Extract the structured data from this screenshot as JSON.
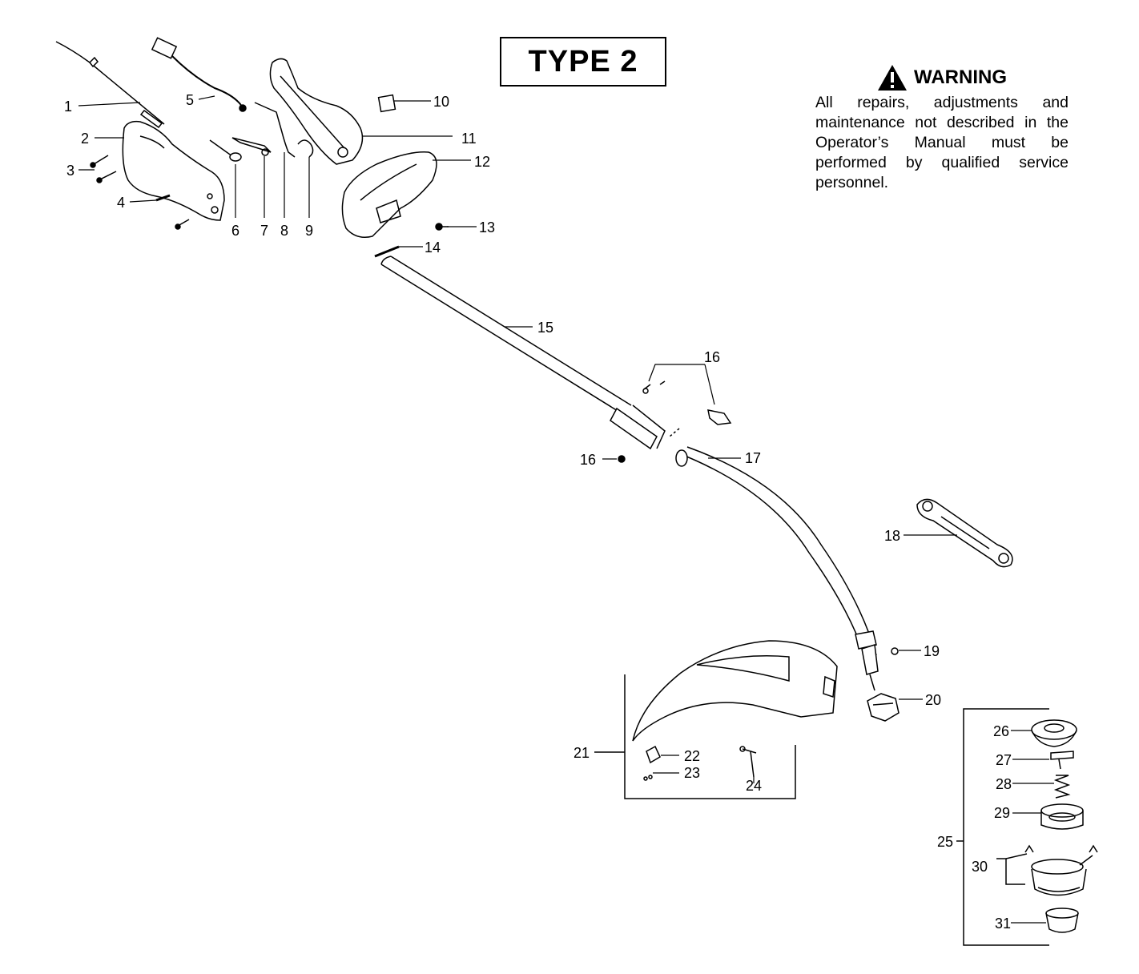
{
  "title": "TYPE 2",
  "warning": {
    "heading": "WARNING",
    "icon": "warning-triangle-icon",
    "body": "All repairs, adjustments and maintenance not described in the Operator’s Manual must be performed by qualified service personnel."
  },
  "part_numbers": [
    "1",
    "2",
    "3",
    "4",
    "5",
    "6",
    "7",
    "8",
    "9",
    "10",
    "11",
    "12",
    "13",
    "14",
    "15",
    "16",
    "16",
    "17",
    "18",
    "19",
    "20",
    "21",
    "22",
    "23",
    "24",
    "25",
    "26",
    "27",
    "28",
    "29",
    "30",
    "31"
  ]
}
